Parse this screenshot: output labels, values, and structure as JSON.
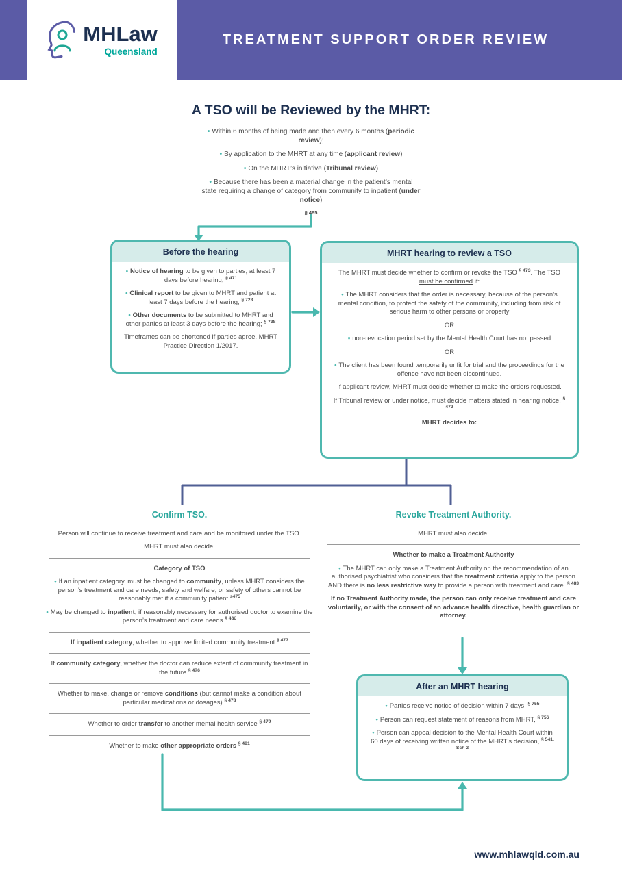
{
  "colors": {
    "header_purple": "#5b5ba6",
    "accent_teal": "#49b8ae",
    "band_light_teal": "#d6ecea",
    "navy": "#1d3050",
    "body_text": "#4c4c4c",
    "logo_teal": "#00a79b",
    "connector_purple": "#505f94"
  },
  "header": {
    "title": "TREATMENT SUPPORT ORDER REVIEW",
    "logo_name": "MHLaw",
    "logo_sub": "Queensland"
  },
  "intro": {
    "title": "A TSO will be Reviewed by the MHRT:",
    "bullets": [
      "Within 6 months of being made and then every 6 months (**periodic review**);",
      "By application to the MHRT at any time (**applicant review**)",
      "On the MHRT’s initiative (**Tribunal review**)",
      "Because there has been a material change in the patient’s mental state requiring a change of category from community to inpatient (**under notice**)"
    ],
    "section_ref": "§ 465"
  },
  "before_box": {
    "title": "Before the hearing",
    "items": [
      "**Notice of hearing** to be given to parties, at least 7 days before hearing; ^§ 471^",
      "**Clinical report** to be given to MHRT and patient at least 7 days before the hearing; ^§ 723^",
      "**Other documents** to be submitted to MHRT and other parties at least 3 days before the hearing; ^§ 738^"
    ],
    "note": "Timeframes can be shortened if parties agree. MHRT Practice Direction 1/2017."
  },
  "hearing_box": {
    "title": "MHRT hearing to review a TSO",
    "intro": "The MHRT must decide whether to confirm or revoke the TSO ^§ 473^. The TSO __must be confirmed__ if:",
    "bullets": [
      "The MHRT considers that the order is necessary, because of the person’s mental condition, to protect the safety of the community, including from risk of serious harm to other persons or property",
      "non-revocation period set by the Mental Health Court has not passed",
      "The client has been found temporarily unfit for trial and the proceedings for the offence have not been discontinued."
    ],
    "or_label": "OR",
    "applicant": "If applicant review, MHRT must decide whether to make the orders requested.",
    "tribunal": "If Tribunal review or under notice, must decide matters stated in hearing notice. ^§ 472^",
    "decides": "**MHRT decides to:**"
  },
  "confirm": {
    "heading": "Confirm TSO.",
    "p1": "Person will continue to receive treatment and care and be monitored under the TSO.",
    "p2": "MHRT must also decide:",
    "category_title": "**Category of TSO**",
    "category_bullets": [
      "If an inpatient category, must be changed to **community**, unless MHRT considers the person’s treatment and care needs; safety and welfare, or safety of others cannot be reasonably met if a community patient ^s475^",
      "May be changed to **inpatient**, if reasonably necessary for authorised doctor to examine the person’s treatment and care needs ^§ 480^"
    ],
    "rows": [
      "**If inpatient category**, whether to approve limited community treatment ^§ 477^",
      "If **community category**, whether the doctor can reduce extent of community treatment in the future ^§ 476^",
      "Whether to make, change or remove **conditions** (but cannot make a condition about particular medications or dosages) ^§ 478^",
      "Whether to order **transfer** to another mental health service ^§ 479^",
      "Whether to make **other appropriate orders** ^§ 481^"
    ]
  },
  "revoke": {
    "heading": "Revoke Treatment Authority.",
    "p1": "MHRT must also decide:",
    "section_title": "**Whether to make a Treatment Authority**",
    "bullet": "The MHRT can only make a Treatment Authority on the recommendation of an authorised psychiatrist who considers that the **treatment criteria** apply to the person AND there is **no less restrictive way** to provide a person with treatment and care. ^§ 483^",
    "bold_note": "**If no Treatment Authority made, the person can only receive treatment and care voluntarily, or with the consent of an advance health directive, health guardian or attorney.**"
  },
  "after_box": {
    "title": "After an MHRT hearing",
    "items": [
      "Parties receive notice of decision within 7 days, ^§ 755^",
      "Person can request statement of reasons from MHRT, ^§ 756^",
      "Person can appeal decision to the Mental Health Court within 60 days of receiving written notice of the MHRT’s decision, ^§ 541, Sch 2^"
    ]
  },
  "footer": {
    "url": "www.mhlawqld.com.au"
  }
}
